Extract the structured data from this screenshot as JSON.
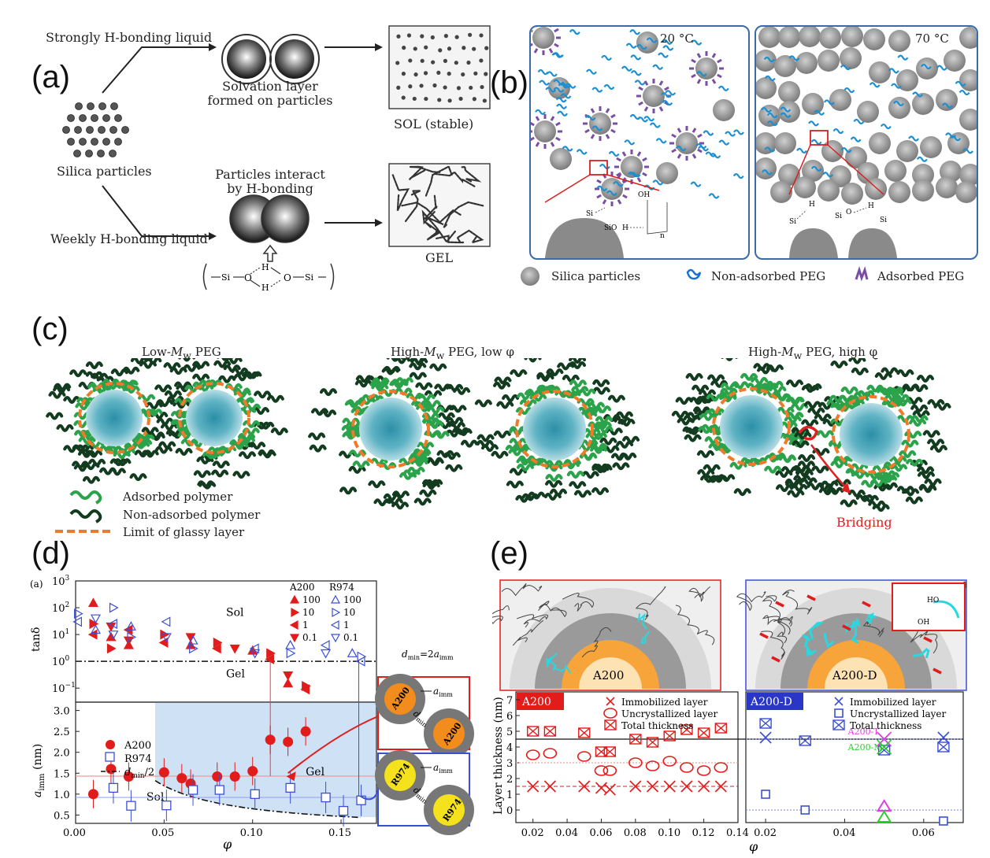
{
  "panel_labels": {
    "a": "(a)",
    "b": "(b)",
    "c": "(c)",
    "d": "(d)",
    "e": "(e)"
  },
  "panel_a": {
    "strong_liquid": "Strongly H-bonding liquid",
    "solvation": "Solvation layer",
    "solvation2": "formed on particles",
    "sol": "SOL (stable)",
    "silica": "Silica particles",
    "interact": "Particles interact",
    "interact2": "by H-bonding",
    "weak_liquid": "Weekly H-bonding liquid",
    "gel": "GEL",
    "si": "Si",
    "o": "O",
    "h": "H"
  },
  "panel_b": {
    "temp_left": "20 °C",
    "temp_right": "70 °C",
    "legend_silica": "Silica particles",
    "legend_nonads": "Non-adsorbed PEG",
    "legend_ads": "Adsorbed PEG",
    "si": "Si",
    "oh": "OH",
    "o": "O",
    "h": "H",
    "n": "n"
  },
  "panel_c": {
    "title1_pre": "Low-",
    "title1_m": "M",
    "title1_w": "w",
    "title1_post": " PEG",
    "title2_pre": "High-",
    "title2_post": " PEG, low φ",
    "title3_pre": "High-",
    "title3_post": " PEG, high φ",
    "legend_ads": "Adsorbed polymer",
    "legend_nonads": "Non-adsorbed polymer",
    "legend_glassy": "Limit of glassy layer",
    "bridging": "Bridging"
  },
  "panel_d": {
    "corner_letter": "(a)",
    "sol_top": "Sol",
    "gel_top": "Gel",
    "sol_bottom": "Sol",
    "gel_bottom": "Gel",
    "dmin_label_d": "d",
    "dmin_label_min": "min",
    "dmin_label_eq": "=2",
    "dmin_label_a": "a",
    "dmin_label_imm": "imm",
    "legend_a200": "A200",
    "legend_r974": "R974",
    "legend_dmin2": "d",
    "legend_dmin2_sub": "min",
    "legend_dmin2_tail": "/2",
    "legend_header_a200": "A200",
    "legend_header_r974": "R974",
    "freq_labels": [
      "100",
      "10",
      "1",
      "0.1"
    ],
    "ylabel_top": "tanδ",
    "ylabel_bottom_a": "a",
    "ylabel_bottom_sub": "imm",
    "ylabel_bottom_unit": " (nm)",
    "xlabel": "φ",
    "inset_a200": "A200",
    "inset_r974": "R974",
    "inset_aimm": "a",
    "inset_aimm_sub": "imm",
    "inset_dmin": "d",
    "inset_dmin_sub": "min"
  },
  "panel_e": {
    "sphere_left": "A200",
    "sphere_right": "A200-D",
    "tag_left": "A200",
    "tag_right": "A200-D",
    "legend_immob": "Immobilized layer",
    "legend_uncryst": "Uncrystallized layer",
    "legend_total": "Total thickness",
    "label_t": "A200-T",
    "label_m": "A200-M",
    "ylabel": "Layer thickness (nm)",
    "xlabel": "φ",
    "ho": "HO",
    "oh": "OH"
  },
  "chart_data": [
    {
      "type": "scatter",
      "id": "d-top-tandelta",
      "ylabel": "tanδ",
      "yscale": "log",
      "ylim": [
        0.03,
        1000
      ],
      "xlim": [
        0.0,
        0.17
      ],
      "yticks": [
        "10^-1",
        "10^0",
        "10^1",
        "10^2",
        "10^3"
      ],
      "series": [
        {
          "name": "A200",
          "points": [
            [
              0.01,
              150
            ],
            [
              0.01,
              25
            ],
            [
              0.01,
              10
            ],
            [
              0.02,
              20
            ],
            [
              0.02,
              8
            ],
            [
              0.02,
              3
            ],
            [
              0.03,
              15
            ],
            [
              0.03,
              6
            ],
            [
              0.03,
              4
            ],
            [
              0.05,
              10
            ],
            [
              0.05,
              5
            ],
            [
              0.065,
              8
            ],
            [
              0.065,
              4
            ],
            [
              0.08,
              5
            ],
            [
              0.08,
              3
            ],
            [
              0.09,
              3
            ],
            [
              0.1,
              2.5
            ],
            [
              0.11,
              2
            ],
            [
              0.11,
              1.2
            ],
            [
              0.12,
              0.3
            ],
            [
              0.12,
              0.15
            ],
            [
              0.13,
              0.12
            ],
            [
              0.13,
              0.09
            ]
          ]
        },
        {
          "name": "R974",
          "points": [
            [
              0.0,
              60
            ],
            [
              0.0,
              30
            ],
            [
              0.01,
              40
            ],
            [
              0.01,
              15
            ],
            [
              0.02,
              100
            ],
            [
              0.02,
              25
            ],
            [
              0.02,
              10
            ],
            [
              0.03,
              20
            ],
            [
              0.03,
              8
            ],
            [
              0.05,
              30
            ],
            [
              0.05,
              8
            ],
            [
              0.065,
              6
            ],
            [
              0.065,
              3
            ],
            [
              0.1,
              3
            ],
            [
              0.1,
              2
            ],
            [
              0.12,
              4
            ],
            [
              0.12,
              2
            ],
            [
              0.14,
              4
            ],
            [
              0.14,
              2
            ],
            [
              0.155,
              2
            ],
            [
              0.16,
              1.5
            ],
            [
              0.16,
              1.0
            ]
          ]
        }
      ],
      "annotations": [
        "Sol",
        "Gel",
        "d_min=2a_imm"
      ]
    },
    {
      "type": "scatter",
      "id": "d-bottom-aimm",
      "ylabel": "a_imm (nm)",
      "xlabel": "φ",
      "xlim": [
        0.0,
        0.17
      ],
      "ylim": [
        0.3,
        3.2
      ],
      "xticks": [
        "0.00",
        "0.05",
        "0.10",
        "0.15"
      ],
      "yticks": [
        "0.5",
        "1.0",
        "1.5",
        "2.0",
        "2.5",
        "3.0"
      ],
      "series": [
        {
          "name": "A200",
          "x": [
            0.01,
            0.02,
            0.03,
            0.05,
            0.06,
            0.065,
            0.08,
            0.09,
            0.1,
            0.11,
            0.12,
            0.13
          ],
          "y": [
            1.0,
            1.6,
            1.42,
            1.52,
            1.38,
            1.25,
            1.42,
            1.42,
            1.55,
            2.3,
            2.25,
            2.5
          ]
        },
        {
          "name": "R974",
          "x": [
            0.02,
            0.03,
            0.05,
            0.065,
            0.08,
            0.1,
            0.12,
            0.14,
            0.15,
            0.16
          ],
          "y": [
            1.15,
            0.72,
            0.73,
            1.1,
            1.1,
            1.0,
            1.15,
            0.92,
            0.6,
            0.85
          ]
        }
      ],
      "reference_lines": [
        {
          "series": "A200",
          "y": 1.43
        },
        {
          "series": "R974",
          "y": 0.92
        }
      ],
      "curve": "d_min/2"
    },
    {
      "type": "scatter",
      "id": "e-left-a200",
      "ylabel": "Layer thickness (nm)",
      "xlim": [
        0.01,
        0.14
      ],
      "ylim": [
        -0.8,
        7.5
      ],
      "xticks": [
        "0.02",
        "0.04",
        "0.06",
        "0.08",
        "0.10",
        "0.12",
        "0.14"
      ],
      "yticks": [
        "0",
        "1",
        "2",
        "3",
        "4",
        "5",
        "6",
        "7"
      ],
      "series": [
        {
          "name": "Immobilized layer",
          "x": [
            0.02,
            0.03,
            0.05,
            0.06,
            0.065,
            0.08,
            0.09,
            0.1,
            0.11,
            0.12,
            0.13
          ],
          "y": [
            1.5,
            1.5,
            1.5,
            1.4,
            1.3,
            1.5,
            1.5,
            1.5,
            1.5,
            1.5,
            1.5
          ]
        },
        {
          "name": "Uncrystallized layer",
          "x": [
            0.02,
            0.03,
            0.05,
            0.06,
            0.065,
            0.08,
            0.09,
            0.1,
            0.11,
            0.12,
            0.13
          ],
          "y": [
            3.5,
            3.6,
            3.4,
            2.5,
            2.5,
            3.0,
            2.8,
            3.1,
            2.7,
            2.5,
            2.7
          ]
        },
        {
          "name": "Total thickness",
          "x": [
            0.02,
            0.03,
            0.05,
            0.06,
            0.065,
            0.08,
            0.09,
            0.1,
            0.11,
            0.12,
            0.13
          ],
          "y": [
            5.0,
            5.0,
            4.9,
            3.7,
            3.7,
            4.5,
            4.3,
            4.7,
            5.1,
            4.9,
            5.2
          ]
        }
      ]
    },
    {
      "type": "scatter",
      "id": "e-right-a200d",
      "xlim": [
        0.015,
        0.07
      ],
      "ylim": [
        -0.8,
        7.5
      ],
      "xticks": [
        "0.02",
        "0.04",
        "0.06"
      ],
      "series": [
        {
          "name": "Immobilized layer",
          "x": [
            0.02,
            0.05,
            0.065
          ],
          "y": [
            4.6,
            4.5,
            4.6
          ]
        },
        {
          "name": "Uncrystallized layer",
          "x": [
            0.02,
            0.03,
            0.065
          ],
          "y": [
            1.0,
            0.0,
            -0.7
          ]
        },
        {
          "name": "Total thickness",
          "x": [
            0.02,
            0.03,
            0.05,
            0.065
          ],
          "y": [
            5.5,
            4.4,
            3.8,
            4.0
          ]
        },
        {
          "name": "A200-T",
          "x": [
            0.05
          ],
          "y": [
            4.5
          ]
        },
        {
          "name": "A200-M",
          "x": [
            0.05
          ],
          "y": [
            4.0
          ]
        }
      ]
    }
  ]
}
